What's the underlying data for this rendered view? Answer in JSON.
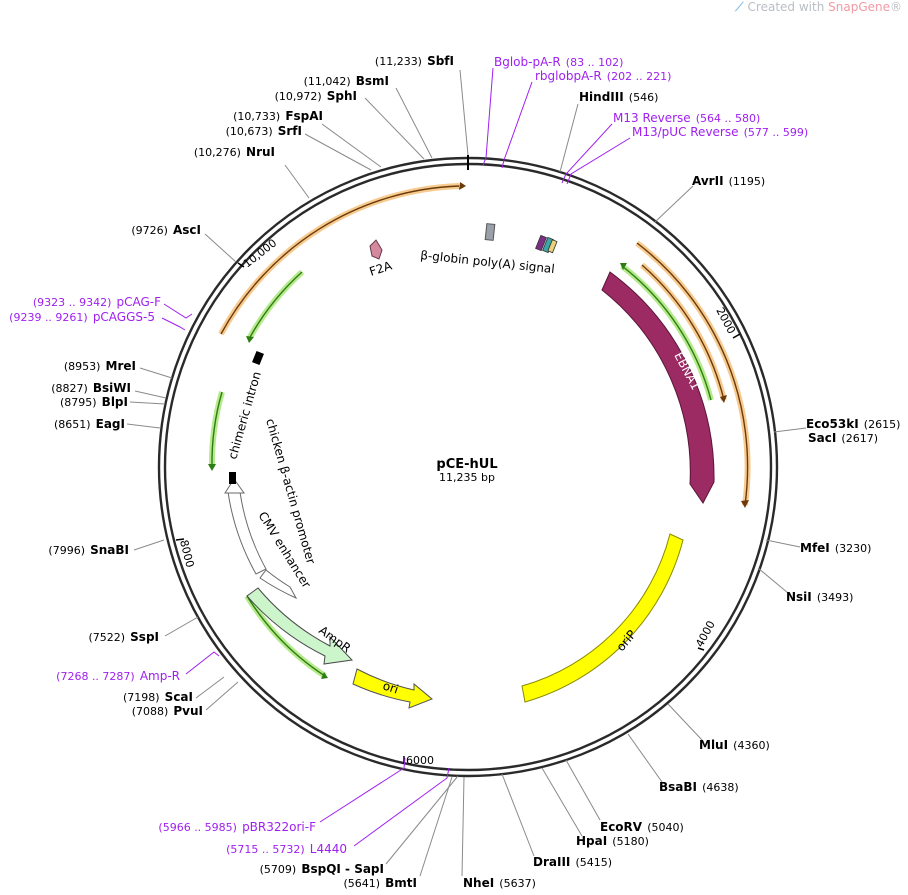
{
  "watermark": {
    "prefix": "Created with ",
    "brand": "SnapGene",
    "suffix": "®"
  },
  "plasmid": {
    "name": "pCE-hUL",
    "length_label": "11,235 bp",
    "length": 11235
  },
  "ticks": [
    {
      "bp": 2000,
      "label": "2000"
    },
    {
      "bp": 4000,
      "label": "4000"
    },
    {
      "bp": 6000,
      "label": "6000"
    },
    {
      "bp": 8000,
      "label": "8000"
    },
    {
      "bp": 10000,
      "label": "10,000"
    }
  ],
  "sites": [
    {
      "name": "SbfI",
      "pos": "(11,233)"
    },
    {
      "name": "BsmI",
      "pos": "(11,042)"
    },
    {
      "name": "SphI",
      "pos": "(10,972)"
    },
    {
      "name": "FspAI",
      "pos": "(10,733)"
    },
    {
      "name": "SrfI",
      "pos": "(10,673)"
    },
    {
      "name": "NruI",
      "pos": "(10,276)"
    },
    {
      "name": "AscI",
      "pos": "(9726)"
    },
    {
      "name": "MreI",
      "pos": "(8953)"
    },
    {
      "name": "BsiWI",
      "pos": "(8827)"
    },
    {
      "name": "BlpI",
      "pos": "(8795)"
    },
    {
      "name": "EagI",
      "pos": "(8651)"
    },
    {
      "name": "SnaBI",
      "pos": "(7996)"
    },
    {
      "name": "SspI",
      "pos": "(7522)"
    },
    {
      "name": "ScaI",
      "pos": "(7198)"
    },
    {
      "name": "PvuI",
      "pos": "(7088)"
    },
    {
      "name": "BspQI - SapI",
      "pos": "(5709)"
    },
    {
      "name": "BmtI",
      "pos": "(5641)"
    },
    {
      "name": "NheI",
      "pos": "(5637)"
    },
    {
      "name": "DraIII",
      "pos": "(5415)"
    },
    {
      "name": "HpaI",
      "pos": "(5180)"
    },
    {
      "name": "EcoRV",
      "pos": "(5040)"
    },
    {
      "name": "BsaBI",
      "pos": "(4638)"
    },
    {
      "name": "MluI",
      "pos": "(4360)"
    },
    {
      "name": "NsiI",
      "pos": "(3493)"
    },
    {
      "name": "MfeI",
      "pos": "(3230)"
    },
    {
      "name": "SacI",
      "pos": "(2617)"
    },
    {
      "name": "Eco53kI",
      "pos": "(2615)"
    },
    {
      "name": "AvrII",
      "pos": "(1195)"
    },
    {
      "name": "HindIII",
      "pos": "(546)"
    }
  ],
  "primers": [
    {
      "name": "Bglob-pA-R",
      "range": "(83 .. 102)"
    },
    {
      "name": "rbglobpA-R",
      "range": "(202 .. 221)"
    },
    {
      "name": "M13 Reverse",
      "range": "(564 .. 580)"
    },
    {
      "name": "M13/pUC Reverse",
      "range": "(577 .. 599)"
    },
    {
      "name": "pCAG-F",
      "range": "(9323 .. 9342)"
    },
    {
      "name": "pCAGGS-5",
      "range": "(9239 .. 9261)"
    },
    {
      "name": "Amp-R",
      "range": "(7268 .. 7287)"
    },
    {
      "name": "pBR322ori-F",
      "range": "(5966 .. 5985)"
    },
    {
      "name": "L4440",
      "range": "(5715 .. 5732)"
    }
  ],
  "features": [
    {
      "name": "EBNA1",
      "color": "#9b2b62"
    },
    {
      "name": "oriP",
      "color": "#ffff00"
    },
    {
      "name": "ori",
      "color": "#ffff00"
    },
    {
      "name": "AmpR",
      "color": "#ccf5cc"
    },
    {
      "name": "CMV enhancer",
      "color": "#ffffff"
    },
    {
      "name": "chicken β-actin promoter",
      "color": "#ffffff"
    },
    {
      "name": "chimeric intron",
      "color": "#000000"
    },
    {
      "name": "F2A",
      "color": "#d4899f"
    },
    {
      "name": "β-globin poly(A) signal",
      "color": "#9aa0a8"
    }
  ]
}
